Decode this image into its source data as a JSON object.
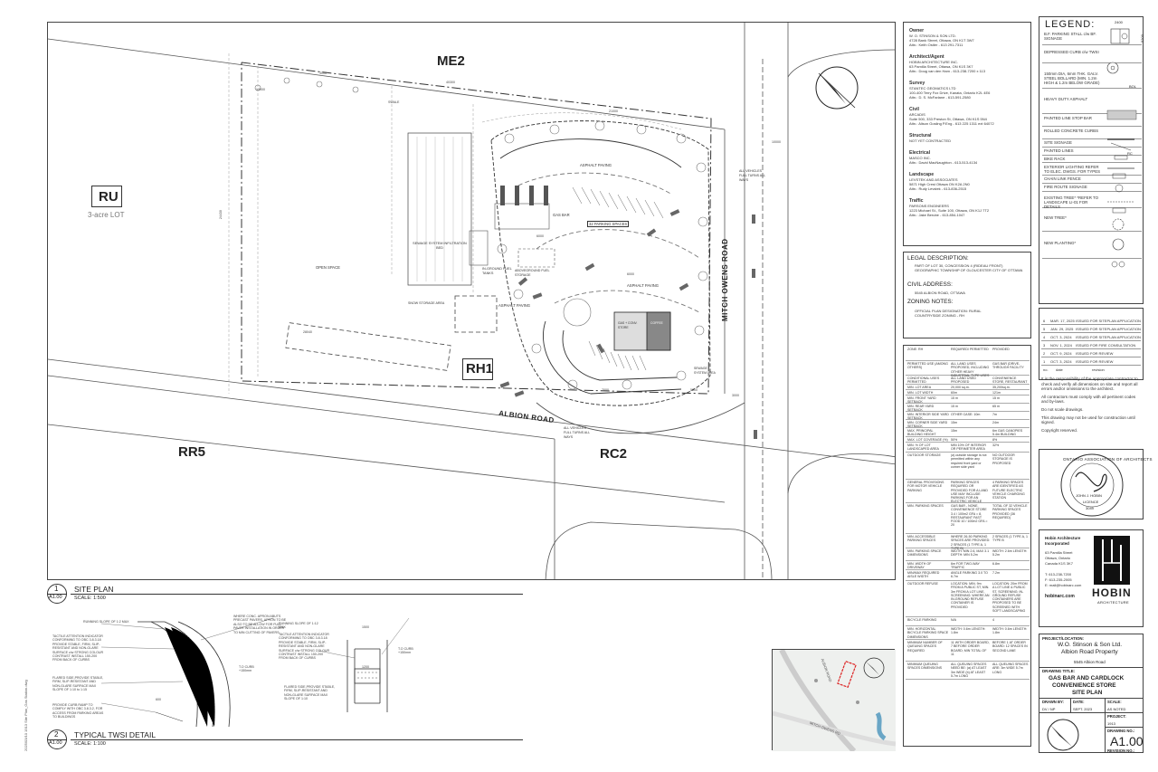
{
  "site_plan": {
    "zones": {
      "me2": "ME2",
      "ru": "RU",
      "ru_sub": "3-acre LOT",
      "rh1": "RH1",
      "rr5": "RR5",
      "rc2": "RC2"
    },
    "streets": {
      "albion": "ALBION ROAD",
      "mitch": "MITCH OWENS ROAD"
    },
    "labels": {
      "parking_spaces": "32 PARKING SPACES",
      "asphalt_paving_1": "ASPHALT PAVING",
      "asphalt_paving_2": "ASPHALT PAVING",
      "asphalt_paving_3": "ASPHALT PAVING",
      "open_space": "OPEN SPACE",
      "sewage": "SEWAGE SYSTEM INFILTRATION BED",
      "gas_bar": "GAS BAR",
      "fuel_tanks": "IN-GROUND FUEL TANKS",
      "aboveground": "ABOVEGROUND FUEL STORAGE",
      "snow_storage": "SNOW STORAGE AREA",
      "all_vehicles_1": "ALL VEHICLES FULL TURNS ALL WAYS",
      "all_vehicles_2": "ALL VEHICLES FULL TURNS ALL WAYS",
      "store": "GAS + CONV. STORE",
      "coffee": "COFFEE",
      "sewage_area": "SEWAGE SYSTEM AREA",
      "swale": "SWALE",
      "dims": [
        "3000",
        "6000",
        "6000",
        "24430",
        "40300",
        "21000",
        "5000",
        "3000",
        "10000",
        "7000",
        "28040",
        "13000"
      ]
    },
    "view_labels": {
      "site_plan_num": "1",
      "site_plan_sheet": "A1.00",
      "site_plan_title": "SITE PLAN",
      "site_plan_scale": "SCALE: 1:500",
      "twsi_num": "2",
      "twsi_sheet": "A1.00",
      "twsi_title": "TYPICAL TWSI DETAIL",
      "twsi_scale": "SCALE: 1:100"
    },
    "twsi_notes": [
      "RUNNING SLOPE OF 1:2 MAX",
      "TACTILE ATTENTION INDICATOR CONFORMING TO OBC 3.8.3.18 PROVIDE STABLE, FIRM, SLIP-RESISTANT AND NON-GLARE SURFACE c/w STRONG COLOUR CONTRAST INSTALL 150-200 FROM BACK OF CURBS",
      "FLARED SIDE,PROVIDE STABLE, FIRM, SLIP-RESISTANT AND NON-GLARE SURFACE MAX SLOPE OF 1:10 to 1:15",
      "PROVIDE CURB RAMP TO COMPLY WITH OBC 3.8.3.2, FOR ACCESS FROM PARKING AREAS TO BUILDINGS",
      "WHERE CONC. APRON ABUTS PRECAST PAVERS, APRON TO BE ALSO TO BE ALLOW FOR FULL PAVER INSTALLATION IN ORDER TO MIN CUTTING OF PAVERS",
      "RUNNING SLOPE OF 1:12 MAX",
      "TACTILE ATTENTION INDICATOR CONFORMING TO OBC 3.8.3.18 PROVIDE STABLE, FIRM, SLIP-RESISTANT AND NON-GLARE SURFACE c/w STRONG COLOUR CONTRAST INSTALL 150-200 FROM BACK OF CURBS",
      "FLARED SIDE,PROVIDE STABLE, FIRM, SLIP-RESISTANT AND NON-GLARE SURFACE MAX SLOPE OF 1:10",
      "T.O CURB +150mm",
      "T.O CURB +150mm"
    ],
    "twsi_dims": [
      "1500",
      "1200",
      "600"
    ]
  },
  "consultants": [
    {
      "role": "Owner",
      "lines": [
        "W. O. STINSON & SON LTD.",
        "4728 Bank Street, Ottawa, ON K1T 3W7",
        "Attn.: Keith Ostler - 613 291-7311"
      ]
    },
    {
      "role": "Architect/Agent",
      "lines": [
        "HOBIN ARCHITECTURE INC.",
        "63 Pamilla Street, Ottawa, ON K1S 3K7",
        "Attn.: Doug van den Ham - 613-238-7200 x 113"
      ]
    },
    {
      "role": "Survey",
      "lines": [
        "STANTEC GEOMATICS LTD",
        "100-400 Terry Fox Drive, Kanata, Ontario K2L 4E6",
        "Attn.: D. S. McFarlane - 613-591-2580"
      ]
    },
    {
      "role": "Civil",
      "lines": [
        "ARCADIS",
        "Suite 500, 333 Preston St, Ottawa, ON K1S 5N4",
        "Attn.: Alison Gosling P.Eng - 613 225 1311 ext 64072"
      ]
    },
    {
      "role": "Structural",
      "lines": [
        "NOT YET CONTRACTED"
      ]
    },
    {
      "role": "Electrical",
      "lines": [
        "MASCO INC.",
        "Attn.: David MacNaughton - 613-513-4134"
      ]
    },
    {
      "role": "Landscape",
      "lines": [
        "LEVSTEK AND ASSOCIATES",
        "5871 High Crest Ottawa ON K2A 2N0",
        "Attn.: Rudy Levstek - 613-836-2515"
      ]
    },
    {
      "role": "Traffic",
      "lines": [
        "PARSONS ENGINEERS",
        "1223 Michael St., Suite 100, Ottawa, ON K1J 7T2",
        "Attn.: Jake Berube - 613-854-1047"
      ]
    }
  ],
  "legal": {
    "title": "LEGAL DESCRIPTION:",
    "text": "PART OF LOT 30, CONCESSION 4 (RIDEAU FRONT) GEOGRAPHIC TOWNSHIP OF GLOUCESTER CITY OF OTTAWA",
    "address_title": "CIVIL ADDRESS:",
    "address": "5545 ALBION ROAD, OTTAWA",
    "zoning_title": "ZONING NOTES:",
    "zoning": "OFFICIAL PLAN DESIGNATION: RURAL COUNTRYSIDE ZONING - RH"
  },
  "zoning_table": {
    "headers": [
      "ZONE: RH",
      "REQUIRED/ PERMITTED",
      "PROVIDED"
    ],
    "rows": [
      [
        "PERMITTED USE (AMONG OTHERS)",
        "ALL LAND USES PROPOSED, INCLUDING OTHER HEAVY INDUSTRIAL TYPE USES",
        "GAS BAR (DRIVE-THROUGH FACILITY"
      ],
      [
        "CONDITIONAL USES PERMITTED",
        "ALL LAND USED PROPOSED",
        "CONVENIENCE STORE, RESTAURANT"
      ],
      [
        "MIN. LOT AREA",
        "20,000 sq.m.",
        "35,200sq.m."
      ],
      [
        "MIN. LOT WIDTH",
        "60m",
        "121m"
      ],
      [
        "MIN. FRONT YARD SETBACK",
        "15 m",
        "15 m"
      ],
      [
        "MIN. REAR YARD SETBACK",
        "15 m",
        "65 m"
      ],
      [
        "MIN. INTERIOR SIDE YARD SETBACK",
        "OTHER CASE: 10m",
        "7m"
      ],
      [
        "MIN. CORNER SIDE YARD SETBACK",
        "15m",
        "24m"
      ],
      [
        "MAX. PRINCIPAL BUILDING HEIGHT",
        "15m",
        "6m GAS CANOPIES 5.4m BUILDING"
      ],
      [
        "MAX. LOT COVERAGE (%)",
        "50%",
        "8%"
      ],
      [
        "MIN. % OF LOT LANDSCAPED AREA",
        "MIN 10% OF INTERIOR OR PERIMETER AREA",
        "32%"
      ],
      [
        "OUTDOOR STORAGE",
        "(a) outside storage is not permitted within any required front yard or corner side yard",
        "NO OUTDOOR STORAGE IS PROPOSED"
      ],
      [
        "GENERAL PROVISIONS FOR MOTOR VEHICLE PARKING",
        "PARKING SPACES REQUIRED OR PROVIDED FOR A LAND USE MAY INCLUDE PARKING FOR AN ELECTRIC VEHICLE",
        "4 PARKING SPACES ARE IDENTIFIED AS FUTURE ELECTRIC VEHICLE CHARGING STATION"
      ],
      [
        "MIN. PARKING SPACES",
        "GAS BAR - NONE, CONVENIENCE STORE 3.4 / 100m2 GFA = 8, RESTAURANT FAST FOOD 10 / 100m2 GFA = 20",
        "TOTAL OF 32 VEHICLE PARKING SPACES PROVIDED (36 REQUIRED)"
      ],
      [
        "MIN. ACCESSIBLE PARKING SPACES",
        "WHERE 26-50 PARKING SPACES ARE PROVIDED: 2 SPACES (1 TYPE A, 1 TYPE B)",
        "2 SPACES (1 TYPE A, 1 TYPE B"
      ],
      [
        "MIN. PARKING SPACE DIMENSIONS",
        "WIDTH: MIN 2.6, MAX 3.1 DEPTH: MIN 5.2m",
        "WIDTH: 2.6m LENGTH: 5.2m"
      ],
      [
        "MIN. WIDTH OF DRIVEWAY",
        "6m FOR TWO-WAY TRAFFIC",
        "6.8m"
      ],
      [
        "MIN/MAX REQUIRED AISLE WIDTH",
        "ANGLE PARKING 3.0 TO 6.7m",
        "7.2m"
      ],
      [
        "OUTDOOR REFUSE",
        "LOCATION: MIN. 9m FROM A PUBLIC ST, MIN. 3m FROM A LOT LINE, SCREENING: WHERE AN IN-GROUND REFUSE CONTAINER IS PROVIDED",
        "LOCATION: 20m FROM A LOT LINE & PUBLIC ST, SCREENING: IN-GROUND REFUSE CONTAINERS ARE PROPOSED TO BE SCREENED WITH SOFT LANDSCAPING"
      ],
      [
        "BICYCLE PARKING",
        "N/A",
        "4"
      ],
      [
        "MIN. HORIZONTAL BICYCLE PARKING SPACE DIMENSIONS",
        "WIDTH: 0.6m LENGTH: 1.8m",
        "WIDTH: 0.6m LENGTH: 1.8m"
      ],
      [
        "MINIMUM NUMBER OF QUEUING SPACES REQUIRED",
        "11 WITH ORDER BOARD, 7 BEFORE ORDER BOARD; MIN TOTAL OF 11",
        "BEFORE 1 AT ORDER BOARD: 12 SPACES IN SECOND LANE"
      ],
      [
        "MINIMUM QUEUING SPACES DIMENSIONS",
        "ALL QUEUING SPACES NEED BE: (a) AT LEAST 3m WIDE (b) AT LEAST 5.7m LONG",
        "ALL QUEUING SPACES ARE: 3m WIDE 5.7m LONG"
      ]
    ]
  },
  "legend": {
    "title": "LEGEND:",
    "items": [
      "B.F. PARKING STALL c/w BF. SIGNAGE",
      "DEPRESSED CURB c/w TWSI",
      "150mm DIA, 6mm THK. GALV. STEEL BOLLARD (MIN. 1.2m HIGH & 1.2m BELOW GRADE)",
      "HEAVY DUTY ASPHALT",
      "PAINTED LINE STOP BAR",
      "ROLLED CONCRETE CURBS",
      "SITE SIGNAGE",
      "PAINTED LINES",
      "BIKE RACK",
      "EXTERIOR LIGHTING REFER TO ELEC. DWGS. FOR TYPES",
      "CHAIN LINK FENCE",
      "FIRE ROUTE SIGNAGE",
      "EXISTING TREE* *REFER TO LANDSCAPE LI-01 FOR DETAILS",
      "NEW TREE*",
      "NEW PLANTING*"
    ],
    "symbols": [
      "2400",
      "5200",
      "BOL",
      "RC"
    ]
  },
  "revisions": {
    "rows": [
      [
        "6",
        "MAR. 17, 2025",
        "ISSUED FOR SITEPLAN APPLICATION"
      ],
      [
        "5",
        "JAN. 29, 2025",
        "ISSUED FOR SITEPLAN APPLICATION"
      ],
      [
        "4",
        "OCT. 3, 2024",
        "ISSUED FOR SITEPLAN APPLICATION"
      ],
      [
        "3",
        "NOV. 1, 2024",
        "ISSUED FOR FIRE CONSULTATION"
      ],
      [
        "2",
        "OCT. 9, 2024",
        "ISSUED FOR REVIEW"
      ],
      [
        "1",
        "OCT. 3, 2024",
        "ISSUED FOR REVIEW"
      ]
    ],
    "headers": [
      "no.",
      "date",
      "revision"
    ]
  },
  "notes": [
    "It is the responsibility of the appropriate contractor to check and verify all dimensions on site and report all errors and/or omissions to the architect.",
    "All contractors must comply with all pertinent codes and by-laws.",
    "Do not scale drawings.",
    "This drawing may not be used for construction until signed.",
    "Copyright reserved."
  ],
  "seal": {
    "assoc": "ONTARIO ASSOCIATION OF ARCHITECTS",
    "name": "JOHN J. HOBIN",
    "licence": "LICENCE",
    "number": "3049"
  },
  "firm": {
    "name": "Hobin Architecture Incorporated",
    "address": [
      "63 Pamilla Street",
      "Ottawa, Ontario",
      "Canada K1S 3K7"
    ],
    "phone": [
      "T: 613-238-7200",
      "F: 613-235-2005",
      "E: mail@hobinarc.com"
    ],
    "web": "hobinarc.com",
    "logo": "HOBIN",
    "logo_sub": "ARCHITECTURE"
  },
  "title_block": {
    "project_label": "PROJECT/LOCATION:",
    "project": "W.O. Stinson & Son Ltd.",
    "project2": "Albion Road Property",
    "address": "5545 Albion Road",
    "drawing_label": "DRAWING TITLE:",
    "drawing_title": [
      "GAS BAR AND CARDLOCK",
      "CONVENIENCE STORE",
      "SITE PLAN"
    ],
    "drawn_by_label": "DRAWN BY:",
    "drawn_by": "DV / NP",
    "date_label": "DATE:",
    "date": "SEPT. 2023",
    "scale_label": "SCALE:",
    "scale": "AS NOTED",
    "project_no_label": "PROJECT:",
    "project_no": "1913",
    "drawing_no_label": "DRAWING NO.:",
    "drawing_no": "A1.00",
    "revision_no_label": "REVISION NO.:"
  },
  "keymap": {
    "road1": "ALBION ROAD",
    "road2": "MITCH OWENS RD"
  },
  "file_path": "2025/03/10 1913 Site Plan_Gas Station.dwg"
}
